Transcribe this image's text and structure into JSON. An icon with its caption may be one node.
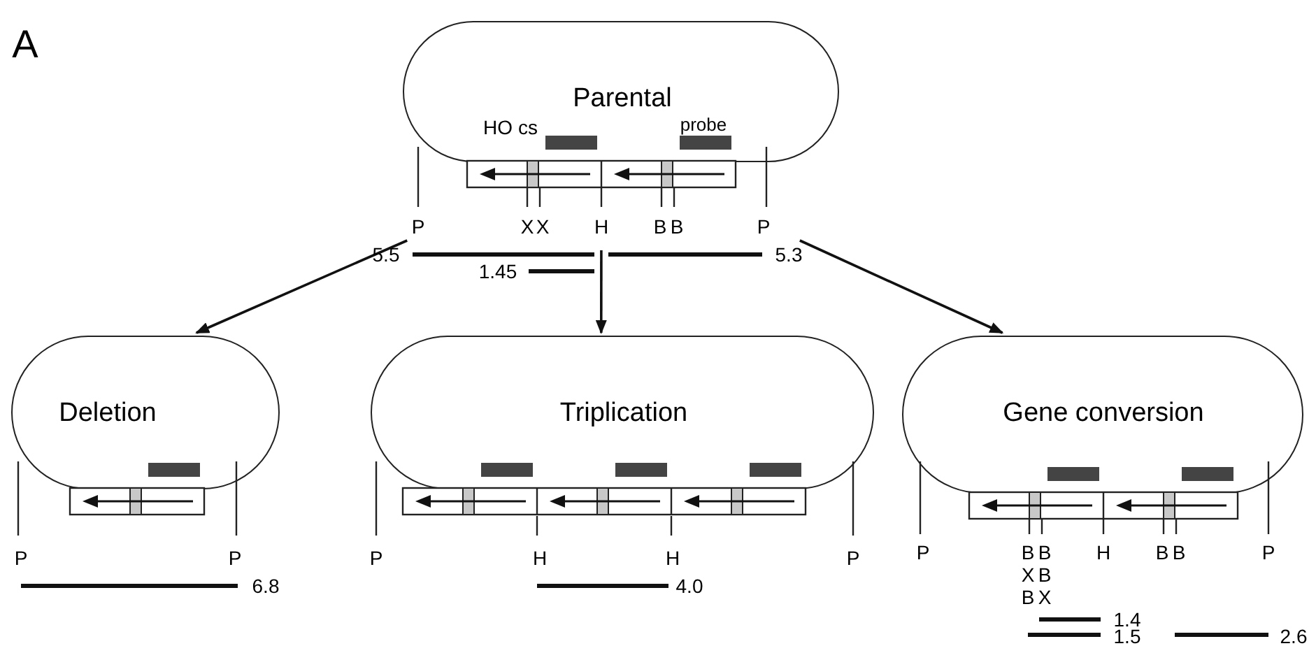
{
  "diagram": {
    "nodes": [
      {
        "text": [
          "Parental"
        ],
        "beside": [
          "P",
          "X",
          "X",
          "H",
          "B",
          "B",
          "P"
        ]
      },
      {
        "text": [
          "Deletion"
        ],
        "beside": [
          "P",
          "P"
        ]
      },
      {
        "text": [
          "Triplication"
        ],
        "beside": [
          "P",
          "H",
          "H",
          "P"
        ]
      },
      {
        "text": [
          "Gene conversion"
        ],
        "beside": [
          "P",
          "B",
          "B",
          "H",
          "B",
          "B",
          "P",
          "X",
          "B",
          "B",
          "X"
        ]
      }
    ],
    "edges": [
      {
        "from": 0,
        "to": 1,
        "arrow": "to"
      },
      {
        "from": 0,
        "to": 2,
        "arrow": "to"
      },
      {
        "from": 0,
        "to": 3,
        "arrow": "to"
      }
    ],
    "labels": [
      "A",
      "HO cs",
      "probe",
      "5.5",
      "5.3",
      "1.45",
      "6.8",
      "4.0",
      "1.4",
      "1.5",
      "2.6"
    ]
  }
}
